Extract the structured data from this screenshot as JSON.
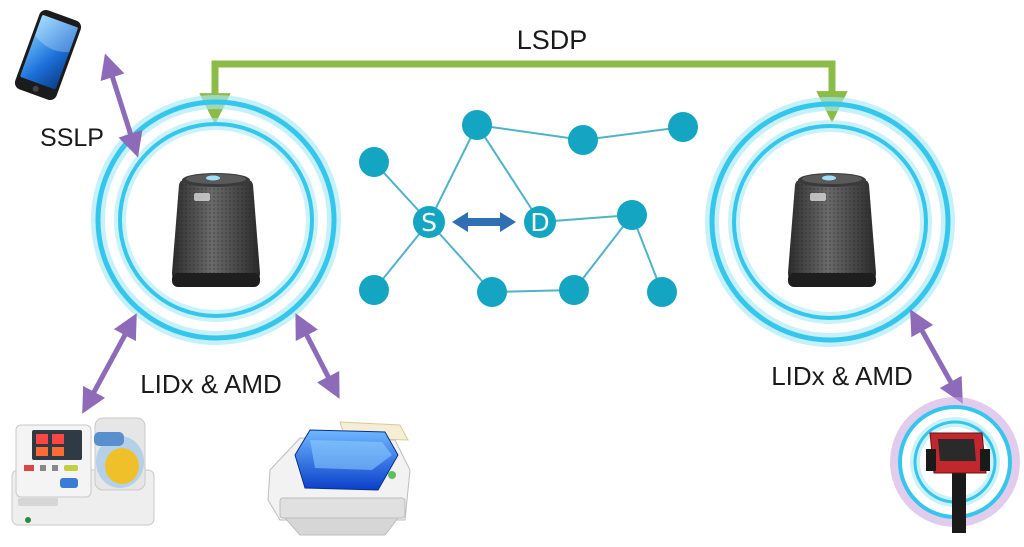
{
  "labels": {
    "lsdp": "LSDP",
    "sslp": "SSLP",
    "left_hub_caption": "LIDx & AMD",
    "right_hub_caption": "LIDx & AMD"
  },
  "network": {
    "source_label": "S",
    "destination_label": "D"
  },
  "devices": {
    "left_hub": "speaker-hub-icon",
    "right_hub": "speaker-hub-icon",
    "phone": "smartphone-icon",
    "medical": "blood-pressure-monitor-icon",
    "printer": "printer-icon",
    "wearable": "smartwatch-icon"
  },
  "colors": {
    "lsdp_link": "#8dbb47",
    "local_link": "#8e6bb8",
    "ring": "#35c6ec",
    "ring_glow": "#a8e8f8",
    "node": "#14a5c2",
    "node_edge": "#4fb3c8",
    "sd_arrow": "#2f6fb3",
    "wearable_outer_glow": "#c8a2e0"
  }
}
